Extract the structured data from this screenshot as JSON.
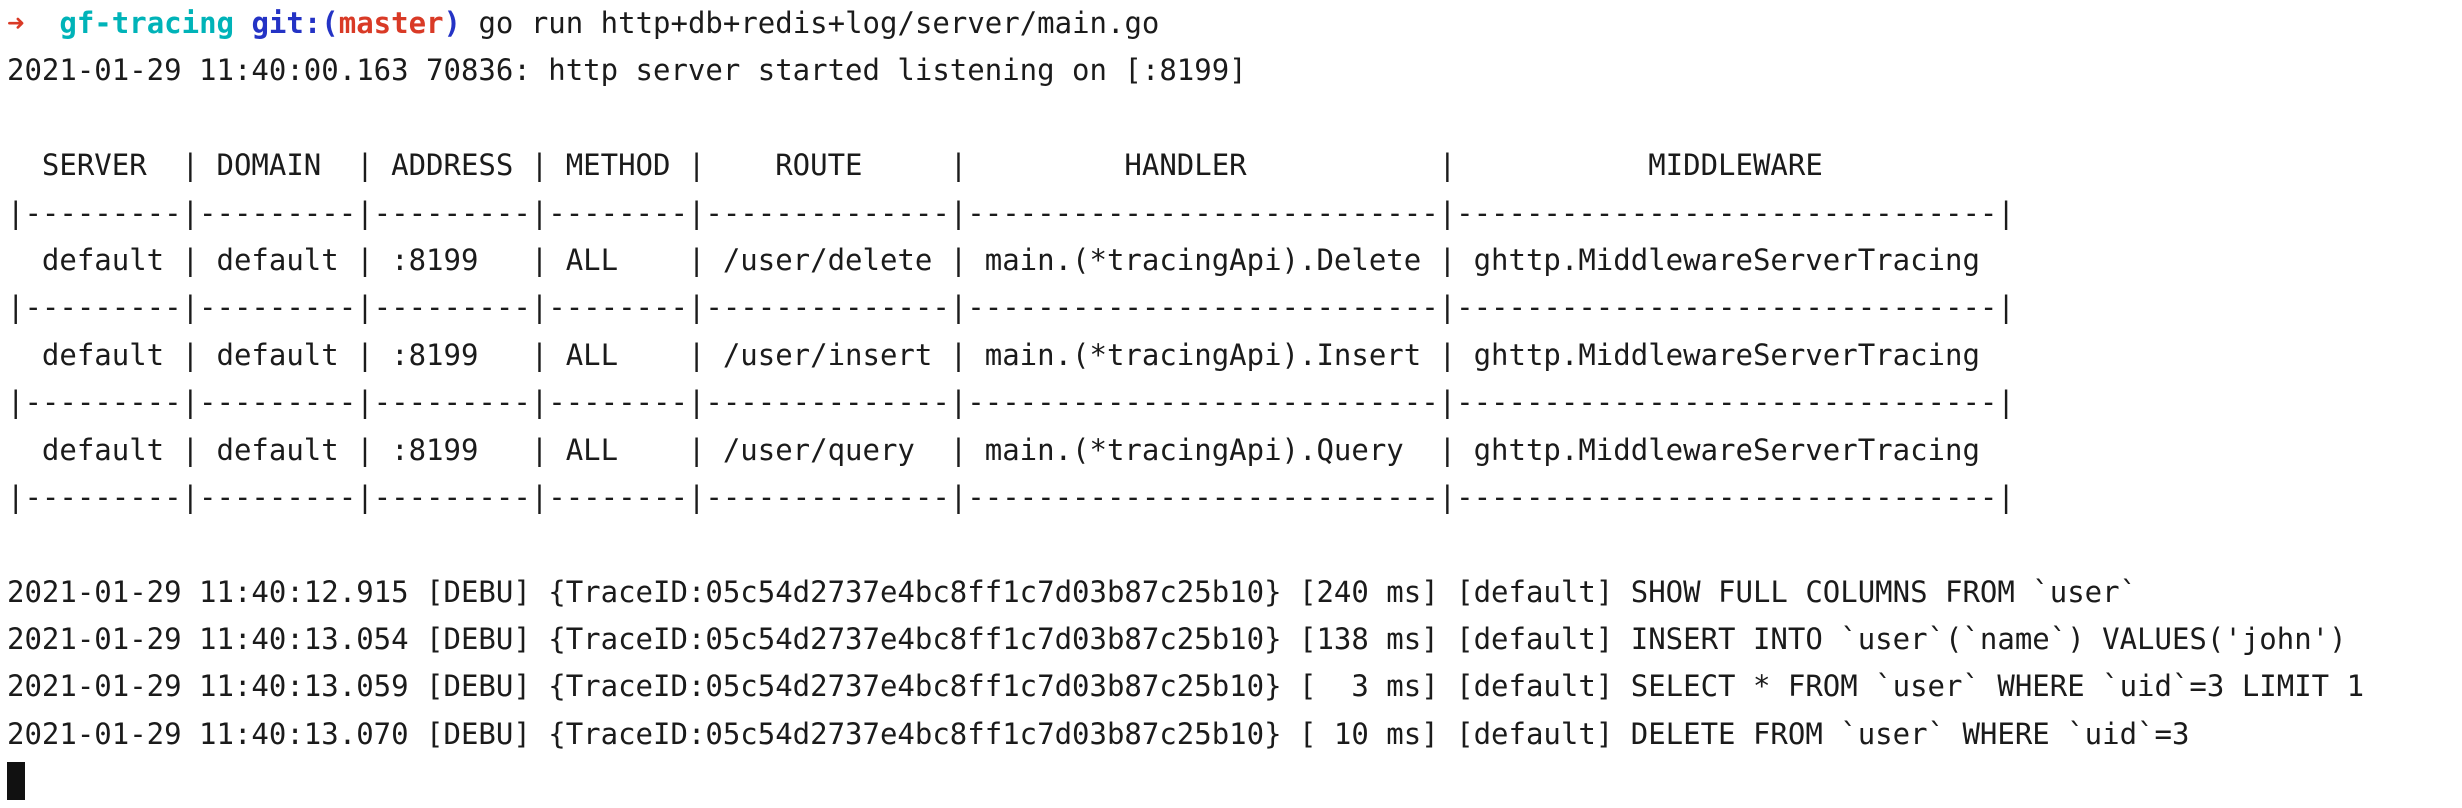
{
  "colors": {
    "term-bg": "#ffffff",
    "term-fg": "#1b1b1b",
    "ansi-red": "#d93a26",
    "ansi-cyan": "#00b3b8",
    "ansi-blue": "#2433c5",
    "cursor-color": "#111111"
  },
  "prompt": {
    "segments": [
      {
        "text": "➜  ",
        "color": "red"
      },
      {
        "text": "gf-tracing ",
        "color": "cyan"
      },
      {
        "text": "git:(",
        "color": "blue"
      },
      {
        "text": "master",
        "color": "red"
      },
      {
        "text": ") ",
        "color": "blue"
      },
      {
        "text": "go run http+db+redis+log/server/main.go",
        "color": "default"
      }
    ]
  },
  "server_log": "2021-01-29 11:40:00.163 70836: http server started listening on [:8199]",
  "route_table": {
    "columns": [
      "SERVER",
      "DOMAIN",
      "ADDRESS",
      "METHOD",
      "ROUTE",
      "HANDLER",
      "MIDDLEWARE"
    ],
    "rows": [
      [
        "default",
        "default",
        ":8199",
        "ALL",
        "/user/delete",
        "main.(*tracingApi).Delete",
        "ghttp.MiddlewareServerTracing"
      ],
      [
        "default",
        "default",
        ":8199",
        "ALL",
        "/user/insert",
        "main.(*tracingApi).Insert",
        "ghttp.MiddlewareServerTracing"
      ],
      [
        "default",
        "default",
        ":8199",
        "ALL",
        "/user/query",
        "main.(*tracingApi).Query",
        "ghttp.MiddlewareServerTracing"
      ]
    ],
    "lines": [
      "  SERVER  | DOMAIN  | ADDRESS | METHOD |    ROUTE     |         HANDLER           |           MIDDLEWARE",
      "|---------|---------|---------|--------|--------------|---------------------------|-------------------------------|",
      "  default | default | :8199   | ALL    | /user/delete | main.(*tracingApi).Delete | ghttp.MiddlewareServerTracing",
      "|---------|---------|---------|--------|--------------|---------------------------|-------------------------------|",
      "  default | default | :8199   | ALL    | /user/insert | main.(*tracingApi).Insert | ghttp.MiddlewareServerTracing",
      "|---------|---------|---------|--------|--------------|---------------------------|-------------------------------|",
      "  default | default | :8199   | ALL    | /user/query  | main.(*tracingApi).Query  | ghttp.MiddlewareServerTracing",
      "|---------|---------|---------|--------|--------------|---------------------------|-------------------------------|"
    ]
  },
  "sql_logs": [
    "2021-01-29 11:40:12.915 [DEBU] {TraceID:05c54d2737e4bc8ff1c7d03b87c25b10} [240 ms] [default] SHOW FULL COLUMNS FROM `user`",
    "2021-01-29 11:40:13.054 [DEBU] {TraceID:05c54d2737e4bc8ff1c7d03b87c25b10} [138 ms] [default] INSERT INTO `user`(`name`) VALUES('john')",
    "2021-01-29 11:40:13.059 [DEBU] {TraceID:05c54d2737e4bc8ff1c7d03b87c25b10} [  3 ms] [default] SELECT * FROM `user` WHERE `uid`=3 LIMIT 1",
    "2021-01-29 11:40:13.070 [DEBU] {TraceID:05c54d2737e4bc8ff1c7d03b87c25b10} [ 10 ms] [default] DELETE FROM `user` WHERE `uid`=3"
  ]
}
